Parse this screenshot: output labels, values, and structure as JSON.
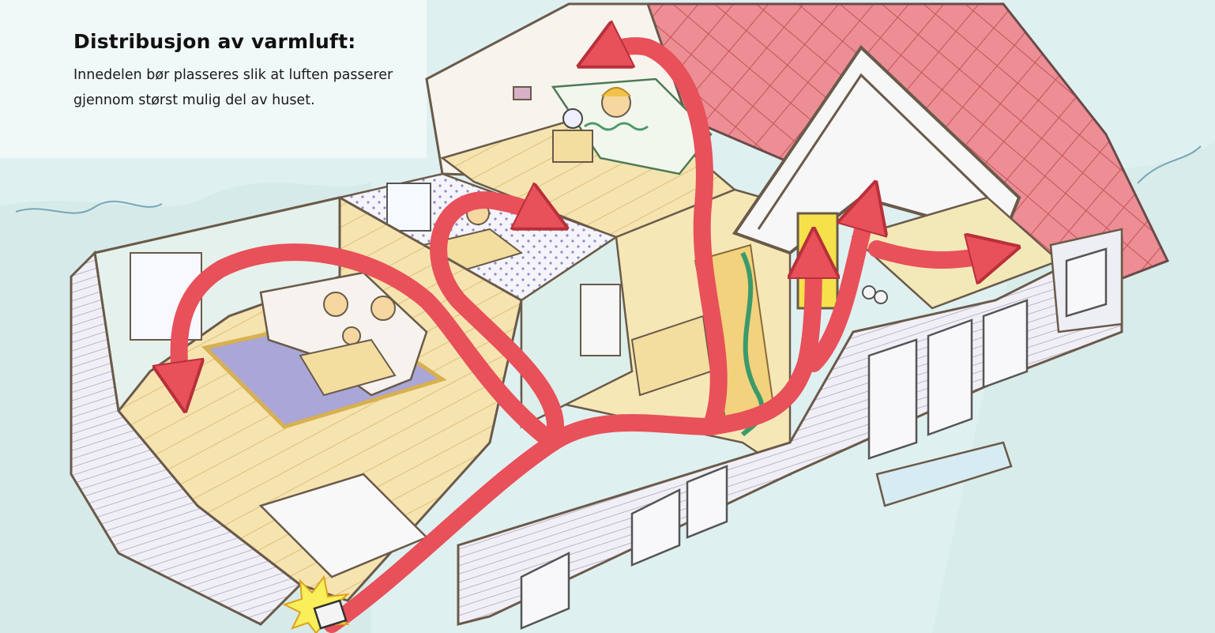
{
  "heading": "Distribusjon av varmluft:",
  "body_text": "Innedelen bør plasseres slik at luften passerer gjennom størst mulig del av huset.",
  "colors": {
    "airflow_arrow": "#e8505a",
    "roof": "#e8868c",
    "sky": "#dfeff0",
    "wall": "#f4f0ea",
    "floor": "#f3dea0",
    "outline": "#6a5a4a"
  },
  "icons": [
    "house-cutaway-illustration",
    "airflow-arrow-icon",
    "heat-pump-indoor-unit-icon",
    "sleeping-person-icon",
    "family-on-sofa-icon"
  ]
}
